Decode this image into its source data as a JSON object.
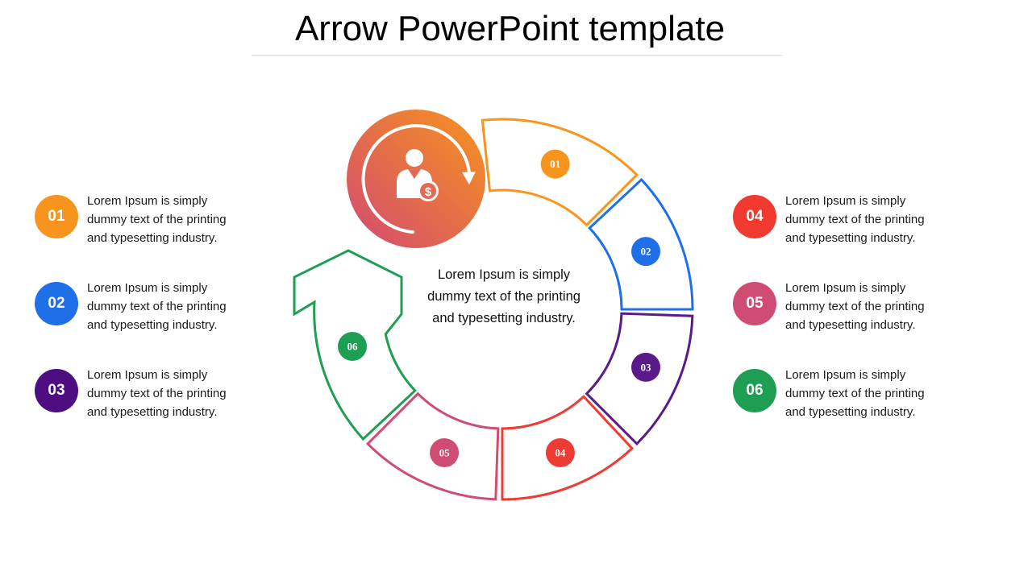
{
  "title": "Arrow PowerPoint template",
  "center_text": "Lorem Ipsum is simply dummy text of the printing and typesetting industry.",
  "hub_icon": "person-money-cycle-icon",
  "colors": {
    "orange": "#f7941d",
    "blue": "#1f6fe8",
    "purple": "#5a1a8a",
    "red": "#ee3b34",
    "pink": "#cf4d72",
    "green": "#1e9e52"
  },
  "left_items": [
    {
      "num": "01",
      "text": "Lorem Ipsum  is simply dummy  text of the printing and typesetting industry.",
      "color": "#f7941d"
    },
    {
      "num": "02",
      "text": "Lorem Ipsum  is simply dummy  text of the printing and typesetting industry.",
      "color": "#1f6fe8"
    },
    {
      "num": "03",
      "text": "Lorem Ipsum  is simply dummy  text of the printing and typesetting industry.",
      "color": "#4f0d82"
    }
  ],
  "right_items": [
    {
      "num": "04",
      "text": "Lorem Ipsum  is simply dummy  text of the printing and typesetting industry.",
      "color": "#f03a30"
    },
    {
      "num": "05",
      "text": "Lorem Ipsum  is simply dummy  text of the printing and typesetting industry.",
      "color": "#cf4d72"
    },
    {
      "num": "06",
      "text": "Lorem Ipsum  is simply dummy  text of the printing and typesetting industry.",
      "color": "#1e9e52"
    }
  ],
  "segments": [
    {
      "num": "01",
      "color": "#f7941d"
    },
    {
      "num": "02",
      "color": "#1f6fe8"
    },
    {
      "num": "03",
      "color": "#5a1a8a"
    },
    {
      "num": "04",
      "color": "#ee3b34"
    },
    {
      "num": "05",
      "color": "#cf4d72"
    },
    {
      "num": "06",
      "color": "#1e9e52"
    }
  ]
}
